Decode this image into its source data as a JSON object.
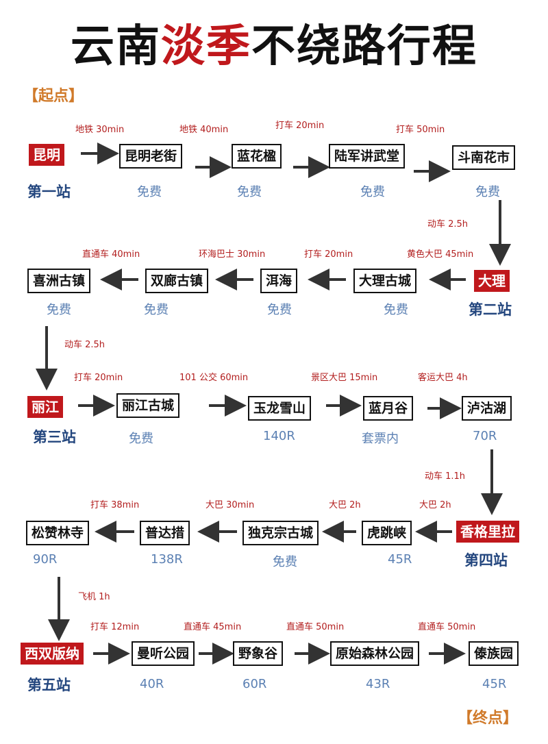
{
  "title": {
    "part1": "云南",
    "highlight": "淡季",
    "part2": "不绕路行程"
  },
  "labels": {
    "start": "【起点】",
    "end": "【终点】"
  },
  "colors": {
    "accent_red": "#c0181c",
    "station_blue": "#23467e",
    "price_blue": "#5b80b3",
    "tag_orange": "#d07a2a"
  },
  "rows": [
    {
      "city": "昆明",
      "station": "第一站",
      "spots": [
        {
          "name": "昆明老街",
          "price": "免费",
          "transport": "地铁 30min"
        },
        {
          "name": "蓝花楹",
          "price": "免费",
          "transport": "地铁 40min"
        },
        {
          "name": "陆军讲武堂",
          "price": "免费",
          "transport": "打车 20min"
        },
        {
          "name": "斗南花市",
          "price": "免费",
          "transport": "打车 50min"
        }
      ],
      "next_transport": "动车 2.5h"
    },
    {
      "city": "大理",
      "station": "第二站",
      "spots": [
        {
          "name": "大理古城",
          "price": "免费",
          "transport": "黄色大巴 45min"
        },
        {
          "name": "洱海",
          "price": "免费",
          "transport": "打车 20min"
        },
        {
          "name": "双廊古镇",
          "price": "免费",
          "transport": "环海巴士 30min"
        },
        {
          "name": "喜洲古镇",
          "price": "免费",
          "transport": "直通车 40min"
        }
      ],
      "next_transport": "动车 2.5h"
    },
    {
      "city": "丽江",
      "station": "第三站",
      "spots": [
        {
          "name": "丽江古城",
          "price": "免费",
          "transport": "打车 20min"
        },
        {
          "name": "玉龙雪山",
          "price": "140R",
          "transport": "101 公交 60min"
        },
        {
          "name": "蓝月谷",
          "price": "套票内",
          "transport": "景区大巴 15min"
        },
        {
          "name": "泸沽湖",
          "price": "70R",
          "transport": "客运大巴 4h"
        }
      ],
      "next_transport": "动车 1.1h"
    },
    {
      "city": "香格里拉",
      "station": "第四站",
      "spots": [
        {
          "name": "虎跳峡",
          "price": "45R",
          "transport": "大巴 2h"
        },
        {
          "name": "独克宗古城",
          "price": "免费",
          "transport": "大巴 2h"
        },
        {
          "name": "普达措",
          "price": "138R",
          "transport": "大巴 30min"
        },
        {
          "name": "松赞林寺",
          "price": "90R",
          "transport": "打车 38min"
        }
      ],
      "next_transport": "飞机 1h"
    },
    {
      "city": "西双版纳",
      "station": "第五站",
      "spots": [
        {
          "name": "曼听公园",
          "price": "40R",
          "transport": "打车 12min"
        },
        {
          "name": "野象谷",
          "price": "60R",
          "transport": "直通车 45min"
        },
        {
          "name": "原始森林公园",
          "price": "43R",
          "transport": "直通车 50min"
        },
        {
          "name": "傣族园",
          "price": "45R",
          "transport": "直通车 50min"
        }
      ]
    }
  ]
}
